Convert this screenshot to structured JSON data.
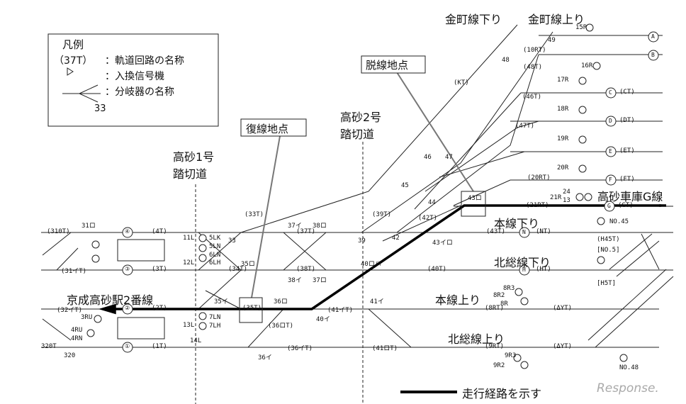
{
  "legend": {
    "title": "凡例",
    "track_circuit_code": "（37T）",
    "track_circuit_text": "：軌道回路の名称",
    "signal_text": "：入換信号機",
    "switch_text": "：分岐器の名称",
    "switch_number": "33"
  },
  "callouts": {
    "derail_point": "脱線地点",
    "rerail_point": "復線地点"
  },
  "crossings": {
    "crossing1_line1": "高砂1号",
    "crossing1_line2": "踏切道",
    "crossing2_line1": "高砂2号",
    "crossing2_line2": "踏切道"
  },
  "lines": {
    "kanamachi_down": "金町線下り",
    "kanamachi_up": "金町線上り",
    "depot_g": "高砂車庫G線",
    "main_down": "本線下り",
    "hokuso_down": "北総線下り",
    "main_up": "本線上り",
    "hokuso_up": "北総線上り",
    "keisei_takasago_2": "京成高砂駅2番線"
  },
  "route_legend": "走行経路を示す",
  "watermark": "Response.",
  "track_labels": {
    "t10rt": "(10RT)",
    "t48t": "(48T)",
    "t46t": "(46T)",
    "t47t": "(47T)",
    "t20rt": "(20RT)",
    "t21rt": "(21RT)",
    "t33t": "(33T)",
    "t39t": "(39T)",
    "t42t": "(42T)",
    "t43t": "(43T)",
    "t37t": "(37T)",
    "t4t": "(4T)",
    "t3t": "(3T)",
    "t34t": "(34T)",
    "t38t": "(38T)",
    "t40t": "(40T)",
    "t2t": "(2T)",
    "t35t": "(35T)",
    "t41t": "(41イT)",
    "t36rt": "(36ロT)",
    "t1t": "(1T)",
    "t36it": "(36イT)",
    "t41ot": "(41ロT)",
    "t8rt": "(8RT)",
    "t9rt": "(9RT)",
    "t310t": "(310T)",
    "t31it": "(31イT)",
    "t32it": "(32イT)",
    "t320t": "320T",
    "tnt": "(NT)",
    "tht": "(HT)",
    "tyt": "(ΔYT)",
    "tyt2": "(ΔYT)",
    "tgt": "(GT)",
    "tft": "(FT)",
    "tet": "(ET)",
    "tdt": "(DT)",
    "tct": "(CT)",
    "tkt": "(KT)",
    "h45t": "(H45T)",
    "no5": "[NO.5]",
    "h5t": "[H5T]"
  },
  "switch_labels": {
    "s49": "49",
    "s48": "48",
    "s46": "46",
    "s47": "47",
    "s45": "45",
    "s44": "44",
    "s43ro": "43ロ",
    "s43i": "43イロ",
    "s42": "42",
    "s39": "39",
    "s37i": "37イ",
    "s38o": "38ロ",
    "s33": "33",
    "s31o": "31ロ",
    "s35o": "35ロ",
    "s37o": "37ロ",
    "s40ro": "40ロハ",
    "s40i": "40イ",
    "s41i": "41イ",
    "s36o": "36ロ",
    "s35i": "35イ",
    "s36i": "36イ",
    "s320": "320",
    "s38i": "38イ"
  },
  "signal_labels": {
    "sig11l": "11L",
    "sig5lk": "5LK",
    "sig5ln": "5LN",
    "sig6ln": "6LN",
    "sig6lh": "6LH",
    "sig12l": "12L",
    "sig13l": "13L",
    "sig7ln": "7LN",
    "sig7lh": "7LH",
    "sig14l": "14L",
    "sig3ru": "3RU",
    "sig4ru": "4RU",
    "sig4rn": "4RN",
    "sig8r2": "8R2",
    "sig8r3": "8R3",
    "sig8r": "8R",
    "sig9r3": "9R3",
    "sig9r2": "9R2",
    "sig15r": "15R",
    "sig16r": "16R",
    "sig17r": "17R",
    "sig18r": "18R",
    "sig19r": "19R",
    "sig20r": "20R",
    "sig21r": "21R",
    "no45": "NO.45",
    "no48": "NO.48",
    "num4": "4",
    "num3": "3",
    "num2": "2",
    "num24": "24",
    "num13": "13",
    "num1": "1"
  },
  "circle_labels": {
    "a": "A",
    "b": "B",
    "c": "C",
    "d": "D",
    "e": "E",
    "f": "F",
    "g": "G",
    "n": "N",
    "h": "H",
    "c2": "②",
    "c1": "①",
    "c3": "③",
    "c4": "④"
  },
  "colors": {
    "line": "#222222",
    "route": "#000000",
    "callout": "#777777"
  }
}
